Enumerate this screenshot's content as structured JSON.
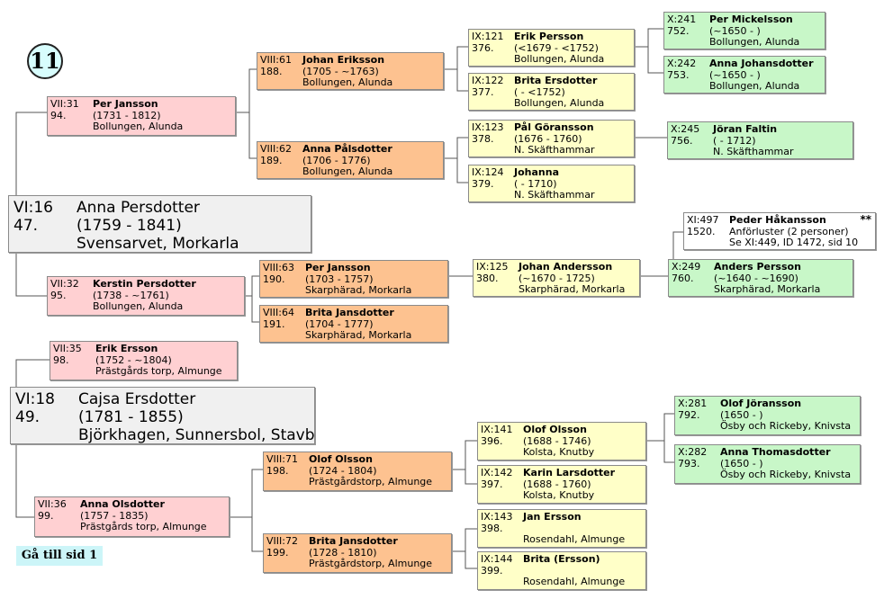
{
  "page_number": "11",
  "goto_link": "Gå till sid 1",
  "persons": {
    "p16": {
      "code": "VI:16",
      "num": "47.",
      "name": "Anna Persdotter",
      "years": "(1759 - 1841)",
      "place": "Svensarvet, Morkarla"
    },
    "p18": {
      "code": "VI:18",
      "num": "49.",
      "name": "Cajsa Ersdotter",
      "years": "(1781 - 1855)",
      "place": "Björkhagen, Sunnersbol, Stavby"
    },
    "p31": {
      "code": "VII:31",
      "num": "94.",
      "name": "Per Jansson",
      "years": "(1731 - 1812)",
      "place": "Bollungen, Alunda"
    },
    "p32": {
      "code": "VII:32",
      "num": "95.",
      "name": "Kerstin Persdotter",
      "years": "(1738 - ~1761)",
      "place": "Bollungen, Alunda"
    },
    "p35": {
      "code": "VII:35",
      "num": "98.",
      "name": "Erik Ersson",
      "years": "(1752 - ~1804)",
      "place": "Prästgårds torp, Almunge"
    },
    "p36": {
      "code": "VII:36",
      "num": "99.",
      "name": "Anna Olsdotter",
      "years": "(1757 - 1835)",
      "place": "Prästgårds torp,  Almunge"
    },
    "p61": {
      "code": "VIII:61",
      "num": "188.",
      "name": "Johan Eriksson",
      "years": "(1705 - ~1763)",
      "place": "Bollungen, Alunda"
    },
    "p62": {
      "code": "VIII:62",
      "num": "189.",
      "name": "Anna Pålsdotter",
      "years": "(1706 - 1776)",
      "place": "Bollungen, Alunda"
    },
    "p63": {
      "code": "VIII:63",
      "num": "190.",
      "name": "Per Jansson",
      "years": "(1703 - 1757)",
      "place": "Skarphärad, Morkarla"
    },
    "p64": {
      "code": "VIII:64",
      "num": "191.",
      "name": "Brita Jansdotter",
      "years": "(1704 - 1777)",
      "place": "Skarphärad, Morkarla"
    },
    "p71": {
      "code": "VIII:71",
      "num": "198.",
      "name": "Olof Olsson",
      "years": "(1724 - 1804)",
      "place": "Prästgårdstorp, Almunge"
    },
    "p72": {
      "code": "VIII:72",
      "num": "199.",
      "name": "Brita Jansdotter",
      "years": "(1728 - 1810)",
      "place": "Prästgårdstorp, Almunge"
    },
    "p121": {
      "code": "IX:121",
      "num": "376.",
      "name": "Erik Persson",
      "years": "(<1679 - <1752)",
      "place": "Bollungen, Alunda"
    },
    "p122": {
      "code": "IX:122",
      "num": "377.",
      "name": "Brita Ersdotter",
      "years": "( - <1752)",
      "place": "Bollungen, Alunda"
    },
    "p123": {
      "code": "IX:123",
      "num": "378.",
      "name": "Pål Göransson",
      "years": "(1676 - 1760)",
      "place": "N. Skäfthammar"
    },
    "p124": {
      "code": "IX:124",
      "num": "379.",
      "name": "Johanna",
      "years": "( - 1710)",
      "place": "N. Skäfthammar"
    },
    "p125": {
      "code": "IX:125",
      "num": "380.",
      "name": "Johan Andersson",
      "years": "(~1670 - 1725)",
      "place": "Skarphärad, Morkarla"
    },
    "p141": {
      "code": "IX:141",
      "num": "396.",
      "name": "Olof Olsson",
      "years": "(1688 - 1746)",
      "place": "Kolsta, Knutby"
    },
    "p142": {
      "code": "IX:142",
      "num": "397.",
      "name": "Karin Larsdotter",
      "years": "(1688 - 1760)",
      "place": "Kolsta, Knutby"
    },
    "p143": {
      "code": "IX:143",
      "num": "398.",
      "name": "Jan Ersson",
      "years": "",
      "place": "Rosendahl, Almunge"
    },
    "p144": {
      "code": "IX:144",
      "num": "399.",
      "name": "Brita (Ersson)",
      "years": "",
      "place": "Rosendahl, Almunge"
    },
    "p241": {
      "code": "X:241",
      "num": "752.",
      "name": "Per Mickelsson",
      "years": "(~1650 - )",
      "place": "Bollungen, Alunda"
    },
    "p242": {
      "code": "X:242",
      "num": "753.",
      "name": "Anna Johansdotter",
      "years": "(~1650 - )",
      "place": "Bollungen, Alunda"
    },
    "p245": {
      "code": "X:245",
      "num": "756.",
      "name": "Jöran Faltin",
      "years": "( - 1712)",
      "place": "N. Skäfthammar"
    },
    "p249": {
      "code": "X:249",
      "num": "760.",
      "name": "Anders Persson",
      "years": "(~1640 - ~1690)",
      "place": "Skarphärad, Morkarla"
    },
    "p281": {
      "code": "X:281",
      "num": "792.",
      "name": "Olof Jöransson",
      "years": "(1650 - )",
      "place": "Ösby och Rickeby, Knivsta"
    },
    "p282": {
      "code": "X:282",
      "num": "793.",
      "name": "Anna Thomasdotter",
      "years": "(1650 - )",
      "place": "Ösby och Rickeby, Knivsta"
    },
    "p497": {
      "code": "XI:497",
      "num": "1520.",
      "name": "Peder Håkansson",
      "stars": "**",
      "line1": "Anförluster (2 personer)",
      "line2": "Se XI:449, ID 1472, sid 10"
    }
  },
  "colors": {
    "gen6": "#f0f0f0",
    "gen7": "#ffd0d2",
    "gen8": "#fdc290",
    "gen9": "#ffffc8",
    "gen10": "#c8f7c8",
    "gen11": "#ffffff",
    "badge": "#d8fdfd",
    "link_bg": "#ccf5f8"
  }
}
